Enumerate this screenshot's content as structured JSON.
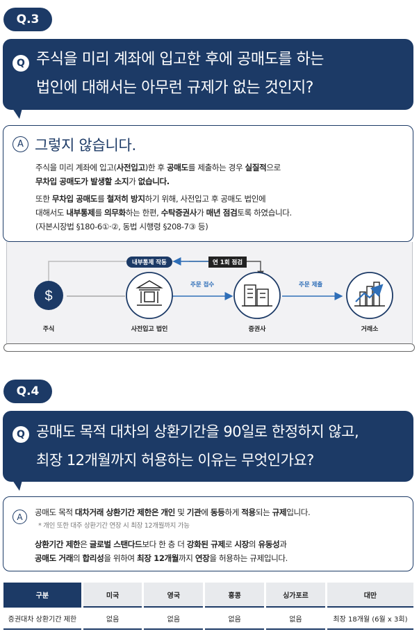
{
  "q3": {
    "badge": "Q.3",
    "q_icon": "Q",
    "question_lines": [
      "주식을 미리 계좌에 입고한 후에 공매도를 하는",
      "법인에 대해서는 아무런 규제가 없는 것인지?"
    ],
    "a_icon": "A",
    "answer_title": "그렇지 않습니다.",
    "paragraph1": [
      [
        {
          "t": "주식을 미리 계좌에 입고("
        },
        {
          "t": "사전입고",
          "b": true
        },
        {
          "t": ")한 후 "
        },
        {
          "t": "공매도",
          "b": true
        },
        {
          "t": "를 제출하는 경우 "
        },
        {
          "t": "실질적",
          "b": true
        },
        {
          "t": "으로"
        }
      ],
      [
        {
          "t": "무차입 공매도가 발생할 소지",
          "b": true
        },
        {
          "t": "가 "
        },
        {
          "t": "없습니다.",
          "b": true
        }
      ]
    ],
    "paragraph2": [
      [
        {
          "t": "또한 "
        },
        {
          "t": "무차입 공매도",
          "b": true
        },
        {
          "t": "를 "
        },
        {
          "t": "철저히 방지",
          "b": true
        },
        {
          "t": "하기 위해, 사전입고 후 공매도 법인에"
        }
      ],
      [
        {
          "t": "대해서도 "
        },
        {
          "t": "내부통제",
          "b": true
        },
        {
          "t": "를 "
        },
        {
          "t": "의무화",
          "b": true
        },
        {
          "t": "하는 한편, "
        },
        {
          "t": "수탁증권사",
          "b": true
        },
        {
          "t": "가 "
        },
        {
          "t": "매년 점검",
          "b": true
        },
        {
          "t": "토록 하였습니다."
        }
      ],
      [
        {
          "t": "(자본시장법 §180-6①·②, 동법 시행령 §208-7③ 등)"
        }
      ]
    ],
    "diagram": {
      "nodes": [
        {
          "label": "주식",
          "icon": "dollar-icon"
        },
        {
          "label": "사전입고 법인",
          "icon": "bank-icon"
        },
        {
          "label": "증권사",
          "icon": "building-icon"
        },
        {
          "label": "거래소",
          "icon": "exchange-chart-icon"
        }
      ],
      "internal_control": "내부통제 작동",
      "annual_check": "연 1회 점검",
      "order_receive": "주문 접수",
      "order_submit": "주문 제출",
      "dollar_symbol": "$"
    }
  },
  "q4": {
    "badge": "Q.4",
    "q_icon": "Q",
    "question_lines": [
      "공매도 목적 대차의 상환기간을 90일로 한정하지 않고,",
      "최장 12개월까지 허용하는 이유는 무엇인가요?"
    ],
    "a_icon": "A",
    "answer_line1": [
      {
        "t": "공매도 목적 "
      },
      {
        "t": "대차거래 상환기간 제한은",
        "b": true
      },
      {
        "t": " "
      },
      {
        "t": "개인",
        "b": true
      },
      {
        "t": " 및 "
      },
      {
        "t": "기관",
        "b": true
      },
      {
        "t": "에 "
      },
      {
        "t": "동등",
        "b": true
      },
      {
        "t": "하게 "
      },
      {
        "t": "적용",
        "b": true
      },
      {
        "t": "되는 "
      },
      {
        "t": "규제",
        "b": true
      },
      {
        "t": "입니다."
      }
    ],
    "answer_note": "* 개인 또한 대주 상환기간 연장 시 최장 12개월까지 가능",
    "answer_para": [
      [
        {
          "t": "상환기간 제한",
          "b": true
        },
        {
          "t": "은 "
        },
        {
          "t": "글로벌 스탠다드",
          "b": true
        },
        {
          "t": "보다 한 층 더 "
        },
        {
          "t": "강화된 규제",
          "b": true
        },
        {
          "t": "로 "
        },
        {
          "t": "시장",
          "b": true
        },
        {
          "t": "의 "
        },
        {
          "t": "유동성",
          "b": true
        },
        {
          "t": "과"
        }
      ],
      [
        {
          "t": "공매도 거래",
          "b": true
        },
        {
          "t": "의 "
        },
        {
          "t": "합리성",
          "b": true
        },
        {
          "t": "을 위하여 "
        },
        {
          "t": "최장 12개월",
          "b": true
        },
        {
          "t": "까지 "
        },
        {
          "t": "연장",
          "b": true
        },
        {
          "t": "을 허용하는 규제입니다."
        }
      ]
    ],
    "table": {
      "headers": [
        "구분",
        "미국",
        "영국",
        "홍콩",
        "싱가포르",
        "대만"
      ],
      "rows": [
        [
          "증권대차 상환기간 제한",
          "없음",
          "없음",
          "없음",
          "없음",
          "최장 18개월 (6월 x 3회)"
        ]
      ]
    }
  },
  "colors": {
    "navy": "#1c3a66",
    "blue_text": "#2f6fb8",
    "white": "#ffffff"
  }
}
